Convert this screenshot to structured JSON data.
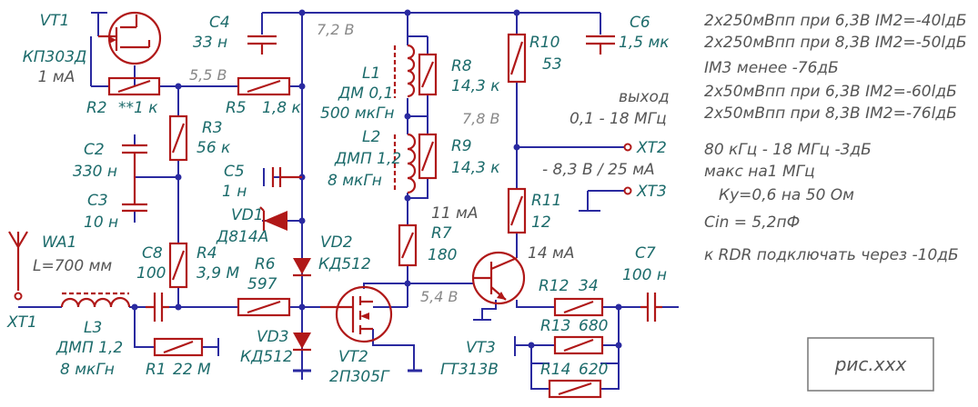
{
  "labels": {
    "VT1": "VT1",
    "VT1_type": "КП303Д",
    "VT1_cur": "1 мА",
    "C4": "С4",
    "C4_val": "33 н",
    "V72": "7,2 В",
    "C6": "С6",
    "C6_val": "1,5 мк",
    "R2": "R2",
    "R2_val": "**1 к",
    "V55": "5,5 В",
    "R5": "R5",
    "R5_val": "1,8 к",
    "L1": "L1",
    "L1_type": "ДМ 0,1",
    "L1_val": "500 мкГн",
    "R8": "R8",
    "R8_val": "14,3 к",
    "R10": "R10",
    "R10_val": "53",
    "out_label": "выход",
    "out_range": "0,1 - 18 МГц",
    "R3": "R3",
    "R3_val": "56 к",
    "V78": "7,8 В",
    "C2": "С2",
    "C2_val": "330 н",
    "C5": "С5",
    "C5_val": "1 н",
    "L2": "L2",
    "L2_type": "ДМП 1,2",
    "L2_val": "8 мкГн",
    "R9": "R9",
    "R9_val": "14,3 к",
    "XT2": "ХТ2",
    "vbias": "- 8,3 В / 25 мА",
    "XT3": "ХТ3",
    "C3": "С3",
    "C3_val": "10 н",
    "VD1": "VD1",
    "VD1_type": "Д814А",
    "R11": "R11",
    "R11_val": "12",
    "cur11": "11 мА",
    "WA1": "WA1",
    "WA1_len": "L=700 мм",
    "C8": "С8",
    "C8_val": "100",
    "R4": "R4",
    "R4_val": "3,9 М",
    "VD2": "VD2",
    "VD2_type": "КД512",
    "R7": "R7",
    "R7_val": "180",
    "cur14": "14 мА",
    "C7": "С7",
    "C7_val": "100 н",
    "R6": "R6",
    "R6_val": "597",
    "R12": "R12",
    "R12_val": "34",
    "V54": "5,4 В",
    "XT1": "ХТ1",
    "L3": "L3",
    "L3_type": "ДМП 1,2",
    "L3_val": "8 мкГн",
    "R1": "R1",
    "R1_val": "22 М",
    "VD3": "VD3",
    "VD3_type": "КД512",
    "VT2": "VT2",
    "VT2_type": "2П305Г",
    "VT3": "VT3",
    "VT3_type": "ГТ313В",
    "R13": "R13",
    "R13_val": "680",
    "R14": "R14",
    "R14_val": "620"
  },
  "notes": {
    "n1": "2x250мВпп при 6,3В IM2=-40lдБ",
    "n2": "2x250мВпп при 8,3В IM2=-50lдБ",
    "n3": "IM3 менее -76дБ",
    "n4": "2x50мВпп при 6,3В IM2=-60lдБ",
    "n5": "2x50мВпп при 8,3В IM2=-76lдБ",
    "n6": "80 кГц - 18 МГц  -3дБ",
    "n7": "макс на1 МГц",
    "n8": "Ку=0,6 на 50 Ом",
    "n9": "Cin = 5,2пФ",
    "n10": "к RDR подключать через -10дБ"
  },
  "figure_label": "рис.ххх"
}
